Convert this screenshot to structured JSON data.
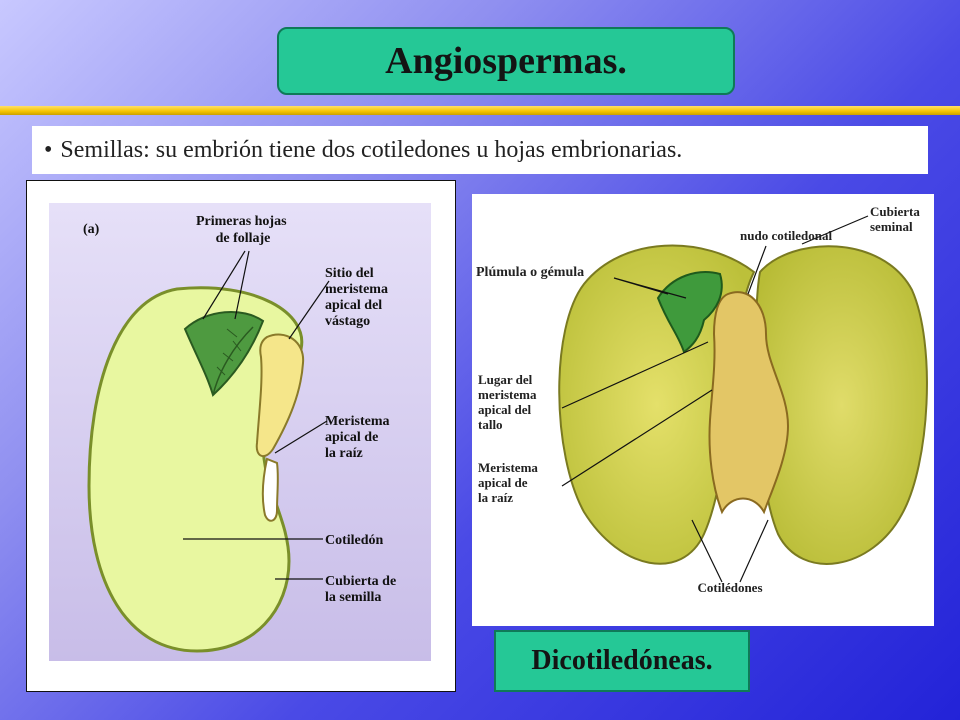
{
  "title": "Angiospermas.",
  "subtitle": {
    "bullet": "•",
    "text": "Semillas: su embrión tiene dos cotiledones u hojas embrionarias."
  },
  "left_diagram": {
    "panel_label": "(a)",
    "labels": {
      "leaves": [
        "Primeras hojas",
        "de follaje"
      ],
      "shoot": [
        "Sitio del",
        "meristema",
        "apical del",
        "vástago"
      ],
      "root": [
        "Meristema",
        "apical de",
        "la raíz"
      ],
      "cotyledon": [
        "Cotiledón"
      ],
      "coat": [
        "Cubierta de",
        "la semilla"
      ]
    }
  },
  "right_diagram": {
    "labels": {
      "node": [
        "nudo cotiledonal"
      ],
      "coat": [
        "Cubierta",
        "seminal"
      ],
      "plumule": [
        "Plúmula o gémula"
      ],
      "stem": [
        "Lugar del",
        "meristema",
        "apical del",
        "tallo"
      ],
      "root": [
        "Meristema",
        "apical de",
        "la raíz"
      ],
      "cotyledons": [
        "Cotilédones"
      ]
    }
  },
  "bottom_label": "Dicotiledóneas.",
  "colors": {
    "title_box": "#25c896",
    "gold_bar": "#f5c400",
    "seed_fill_left": "#e8f7a0",
    "seed_fill_right": "#d2d44a",
    "leaf_green": "#4e9a40",
    "axis_yellow": "#f5e68a",
    "panel_bg_left": "#d8d0f0"
  }
}
